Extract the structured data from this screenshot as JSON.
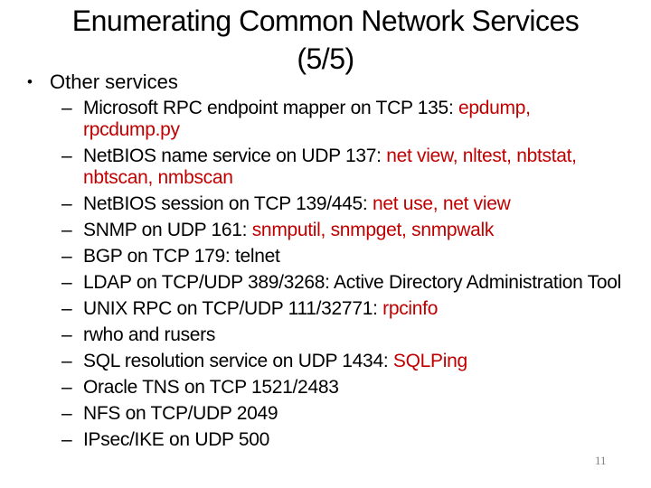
{
  "slide": {
    "title_line1": "Enumerating Common Network Services",
    "title_line2": "(5/5)",
    "bullet_glyph": "•",
    "bullet_label": "Other services",
    "dash": "–",
    "highlight_color": "#c00000",
    "text_color": "#000000",
    "page_number": "11",
    "items": [
      {
        "segments": [
          {
            "text": "Microsoft RPC endpoint mapper on TCP 135: ",
            "highlight": false
          },
          {
            "text": "epdump, rpcdump.py",
            "highlight": true
          }
        ]
      },
      {
        "segments": [
          {
            "text": "NetBIOS name service on UDP 137: ",
            "highlight": false
          },
          {
            "text": "net view, nltest, nbtstat, nbtscan, nmbscan",
            "highlight": true
          }
        ]
      },
      {
        "segments": [
          {
            "text": "NetBIOS session on TCP 139/445: ",
            "highlight": false
          },
          {
            "text": "net use, net view",
            "highlight": true
          }
        ]
      },
      {
        "segments": [
          {
            "text": "SNMP on UDP 161: ",
            "highlight": false
          },
          {
            "text": "snmputil, snmpget, snmpwalk",
            "highlight": true
          }
        ]
      },
      {
        "segments": [
          {
            "text": "BGP on TCP 179: telnet",
            "highlight": false
          }
        ]
      },
      {
        "segments": [
          {
            "text": "LDAP on TCP/UDP 389/3268: Active Directory Administration Tool",
            "highlight": false
          }
        ]
      },
      {
        "segments": [
          {
            "text": "UNIX RPC on TCP/UDP 111/32771: ",
            "highlight": false
          },
          {
            "text": "rpcinfo",
            "highlight": true
          }
        ]
      },
      {
        "segments": [
          {
            "text": "rwho and rusers",
            "highlight": false
          }
        ]
      },
      {
        "segments": [
          {
            "text": "SQL resolution service on UDP 1434: ",
            "highlight": false
          },
          {
            "text": "SQLPing",
            "highlight": true
          }
        ]
      },
      {
        "segments": [
          {
            "text": "Oracle TNS on TCP 1521/2483",
            "highlight": false
          }
        ]
      },
      {
        "segments": [
          {
            "text": "NFS on TCP/UDP 2049",
            "highlight": false
          }
        ]
      },
      {
        "segments": [
          {
            "text": "IPsec/IKE on UDP 500",
            "highlight": false
          }
        ]
      }
    ]
  }
}
